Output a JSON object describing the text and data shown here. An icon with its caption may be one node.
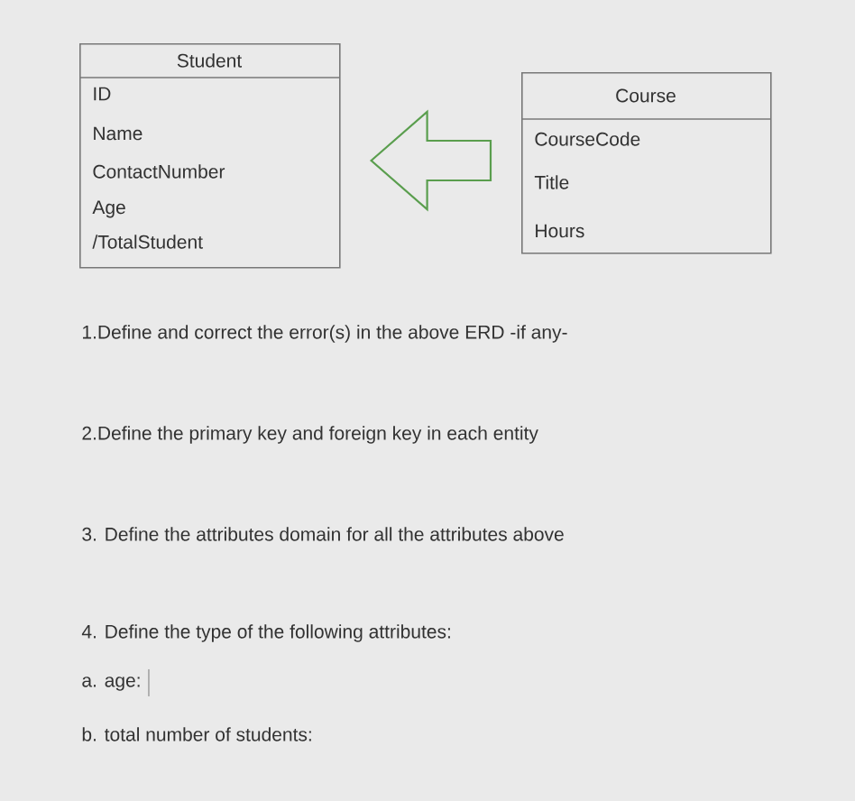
{
  "diagram": {
    "nodes": [
      {
        "text": [
          "Student",
          "ID",
          "Name",
          "ContactNumber",
          "Age",
          "/TotalStudent"
        ]
      },
      {
        "text": [
          "Course",
          "CourseCode",
          "Title",
          "Hours"
        ]
      }
    ],
    "edges": [
      {
        "from": 1,
        "to": 0,
        "arrow": "to",
        "color": "#5a9e4e"
      }
    ],
    "labels": [
      "1.Define and correct the error(s) in the above ERD -if any-",
      "2.Define the primary key and foreign key in each entity",
      "3. Define the attributes domain for all the attributes above",
      "4. Define the type of the following attributes:",
      "a. age:",
      "b. total number of students:"
    ]
  }
}
